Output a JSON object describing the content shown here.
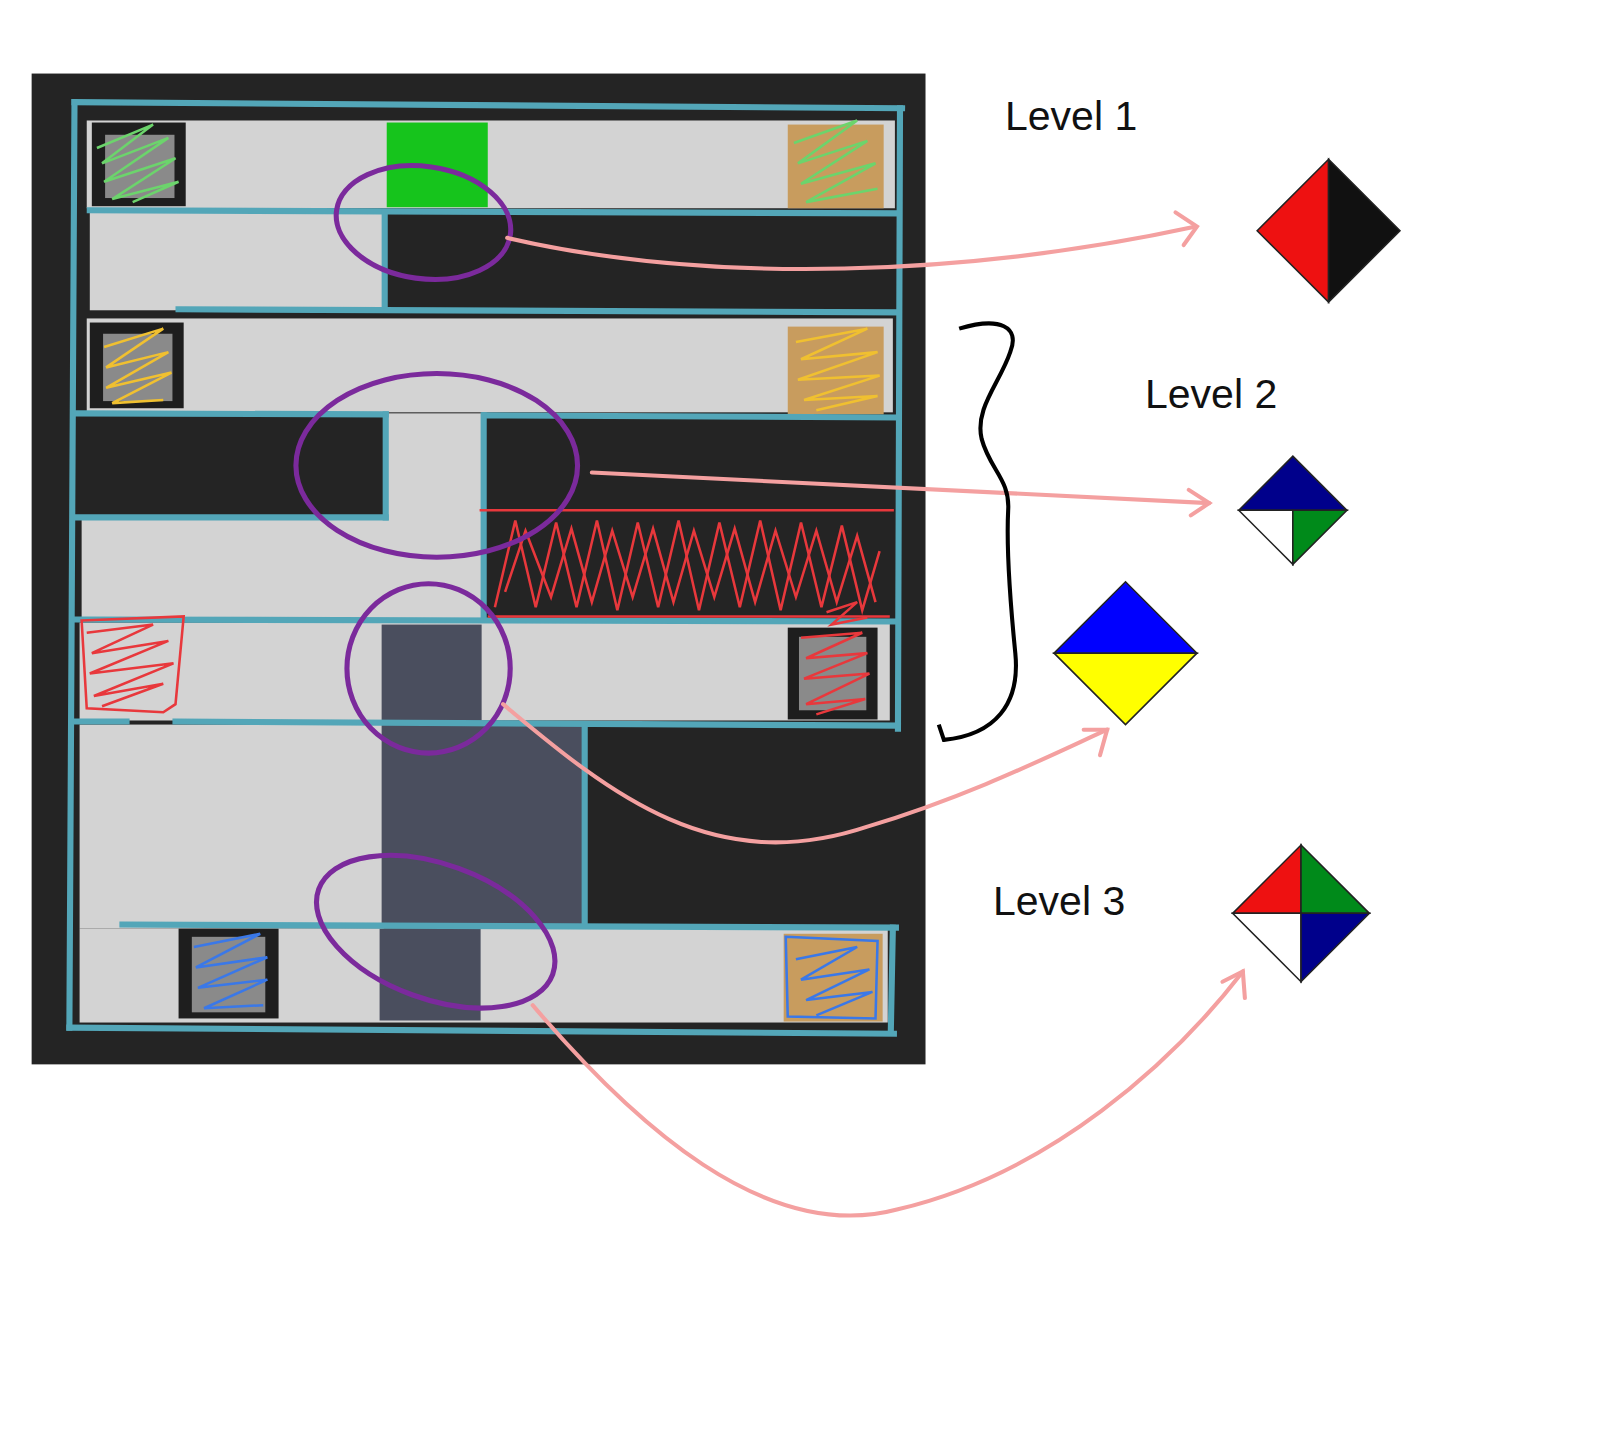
{
  "diagram": {
    "labels": [
      "Level 1",
      "Level 2",
      "Level 3"
    ]
  }
}
